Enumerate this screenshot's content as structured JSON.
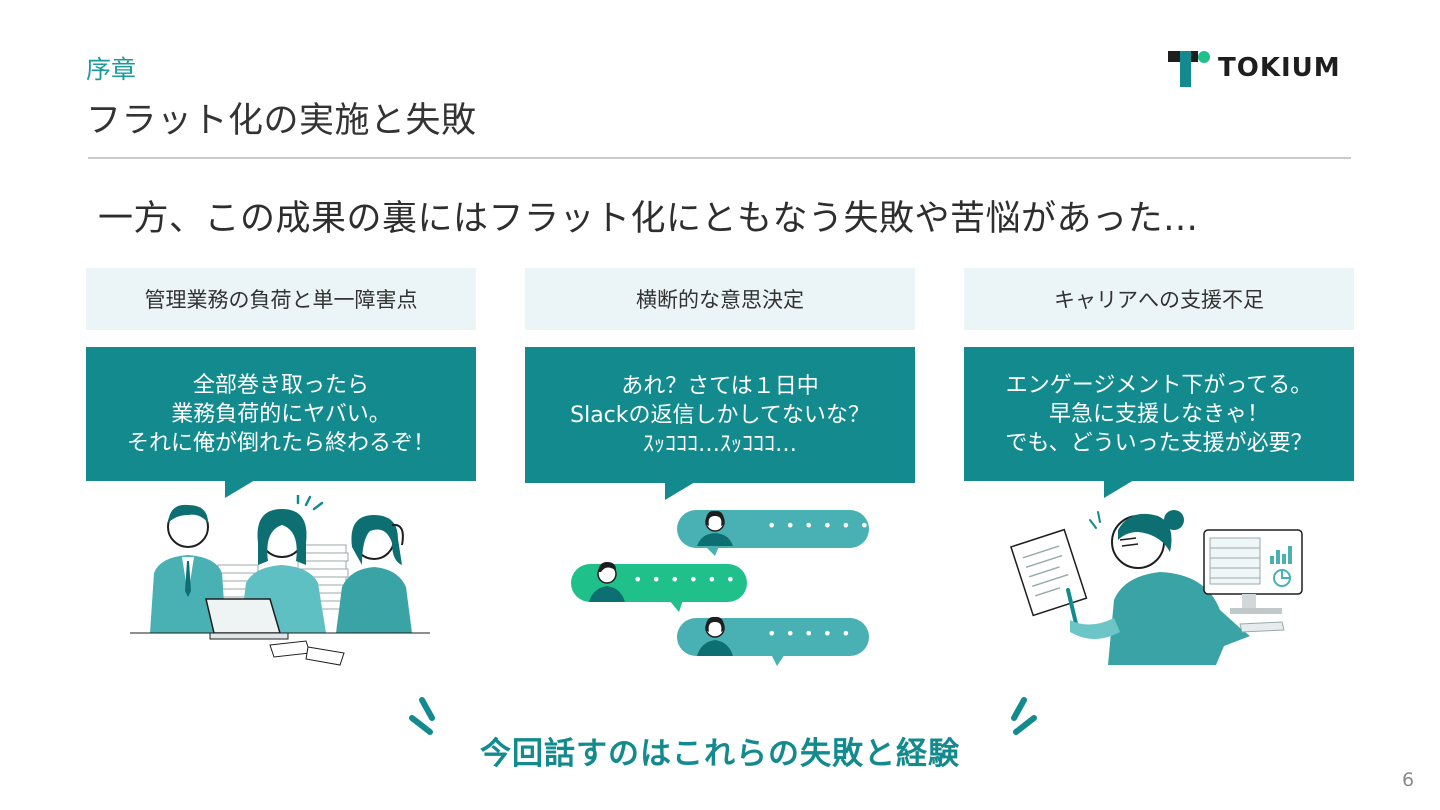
{
  "header": {
    "chapter": "序章",
    "title": "フラット化の実施と失敗",
    "logo_text": "TOKIUM"
  },
  "lead": "一方、この成果の裏にはフラット化にともなう失敗や苦悩があった…",
  "columns": [
    {
      "heading": "管理業務の負荷と単一障害点",
      "lines": [
        "全部巻き取ったら",
        "業務負荷的にヤバい。",
        "それに俺が倒れたら終わるぞ！"
      ]
    },
    {
      "heading": "横断的な意思決定",
      "lines": [
        "あれ？さては１日中",
        "Slackの返信しかしてないな？",
        "ｽｯｺｺｺ…ｽｯｺｺｺ…"
      ]
    },
    {
      "heading": "キャリアへの支援不足",
      "lines": [
        "エンゲージメント下がってる。",
        "早急に支援しなきゃ！",
        "でも、どういった支援が必要？"
      ]
    }
  ],
  "chat_dots": [
    "• • • • • •",
    "• • • • • •",
    "• • • • •"
  ],
  "conclusion": "今回話すのはこれらの失敗と経験",
  "page_number": "6",
  "colors": {
    "teal": "#138b8e",
    "teal_light": "#49b0b3",
    "green": "#1fc08a",
    "header_bg": "#ebf4f7"
  }
}
